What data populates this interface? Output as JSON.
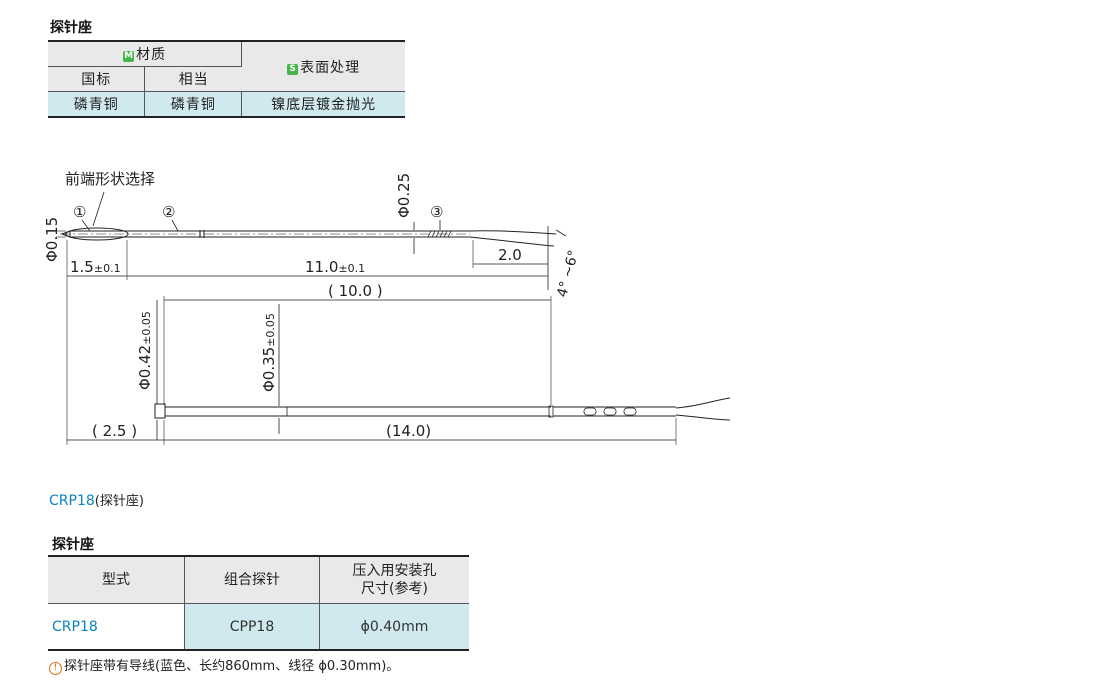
{
  "material_section": {
    "title": "探针座",
    "material_badge": "M",
    "material_header": "材质",
    "col_standard": "国标",
    "col_equivalent": "相当",
    "surface_badge": "S",
    "surface_header": "表面处理",
    "standard_value": "磷青铜",
    "equivalent_value": "磷青铜",
    "surface_value": "镍底层镀金抛光"
  },
  "drawing": {
    "front_shape_label": "前端形状选择",
    "callout_1": "①",
    "callout_2": "②",
    "callout_3": "③",
    "dim_tip_dia": "Φ0.15",
    "dim_wire_dia": "Φ0.25",
    "dim_tip_len_main": "1.5",
    "dim_tip_len_tol": "±0.1",
    "dim_len_main": "11.0",
    "dim_len_tol": "±0.1",
    "dim_end": "2.0",
    "dim_angle": "4° ~6°",
    "dim_ref_len": "( 10.0 )",
    "dim_body_dia_main": "Φ0.42",
    "dim_body_dia_tol": "±0.05",
    "dim_inner_dia_main": "Φ0.35",
    "dim_inner_dia_tol": "±0.05",
    "dim_head_len": "( 2.5 )",
    "dim_body_len": "(14.0)"
  },
  "crp_title": {
    "code": "CRP18",
    "name": "(探针座)"
  },
  "product_section": {
    "title": "探针座",
    "col_model": "型式",
    "col_probe": "组合探针",
    "col_hole_line1": "压入用安装孔",
    "col_hole_line2": "尺寸(参考)",
    "row_model": "CRP18",
    "row_probe": "CPP18",
    "row_hole": "ϕ0.40mm"
  },
  "note": {
    "icon": "!",
    "text": "探针座带有导线(蓝色、长约860mm、线径 ϕ0.30mm)。"
  }
}
